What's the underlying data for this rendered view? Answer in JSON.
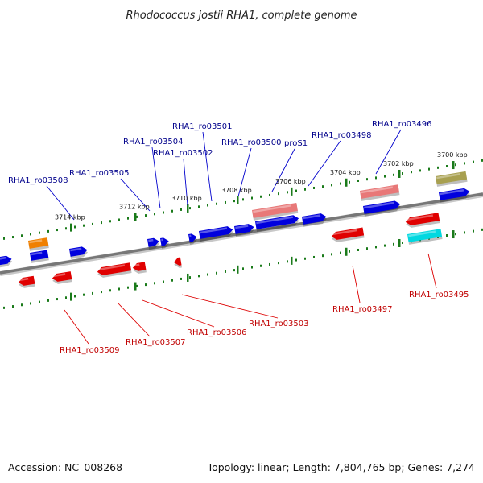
{
  "title": "Rhodococcus jostii RHA1, complete genome",
  "accession": "Accession: NC_008268",
  "topology": "Topology: linear; Length: 7,804,765 bp; Genes: 7,274",
  "colors": {
    "backbone": "#808080",
    "tick": "#1a7a1a",
    "plus_gene": "#0000dd",
    "minus_gene": "#e00000",
    "plus_label": "#00008b",
    "minus_label": "#c00000",
    "rrna": "#e87878",
    "orange": "#f08000",
    "olive": "#a8a050",
    "cyan": "#00d8e0"
  },
  "ticks": [
    {
      "label": "3714 kbp"
    },
    {
      "label": "3712 kbp"
    },
    {
      "label": "3710 kbp"
    },
    {
      "label": "3708 kbp"
    },
    {
      "label": "3706 kbp"
    },
    {
      "label": "3704 kbp"
    },
    {
      "label": "3702 kbp"
    },
    {
      "label": "3700 kbp"
    }
  ],
  "top_labels": [
    {
      "text": "RHA1_ro03508"
    },
    {
      "text": "RHA1_ro03505"
    },
    {
      "text": "RHA1_ro03504"
    },
    {
      "text": "RHA1_ro03502"
    },
    {
      "text": "RHA1_ro03501"
    },
    {
      "text": "RHA1_ro03500"
    },
    {
      "text": "proS1"
    },
    {
      "text": "RHA1_ro03498"
    },
    {
      "text": "RHA1_ro03496"
    }
  ],
  "bottom_labels": [
    {
      "text": "RHA1_ro03509"
    },
    {
      "text": "RHA1_ro03507"
    },
    {
      "text": "RHA1_ro03506"
    },
    {
      "text": "RHA1_ro03503"
    },
    {
      "text": "RHA1_ro03497"
    },
    {
      "text": "RHA1_ro03495"
    }
  ]
}
